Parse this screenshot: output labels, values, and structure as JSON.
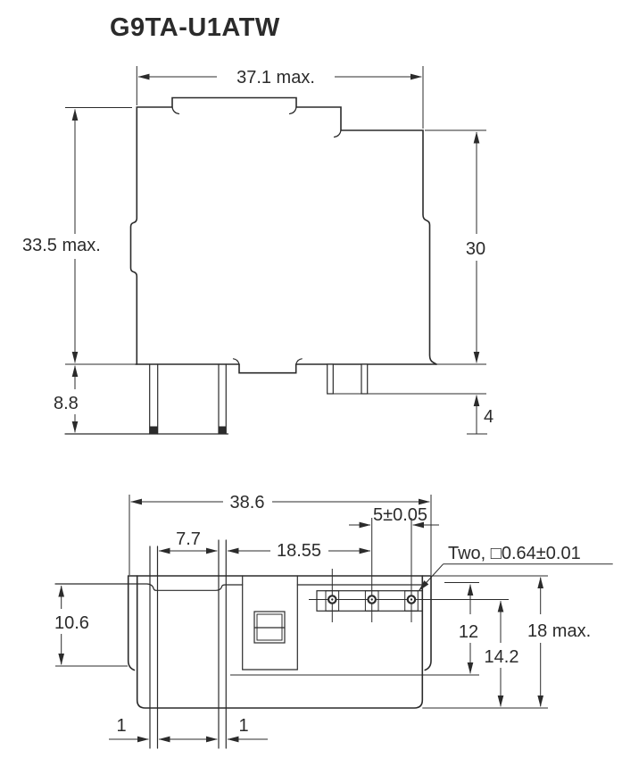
{
  "title": "G9TA-U1ATW",
  "colors": {
    "line": "#2b2b2b",
    "bg": "#ffffff"
  },
  "side_view": {
    "name": "relay side elevation view",
    "dims": {
      "overall_width": "37.1 max.",
      "overall_height": "33.5 max.",
      "case_height": "30",
      "terminal_length": "8.8",
      "pin_length": "4"
    }
  },
  "bottom_view": {
    "name": "relay bottom view",
    "dims": {
      "overall_width": "38.6",
      "slot_spacing": "7.7",
      "terminal_offset": "18.55",
      "terminal_pitch": "5±0.05",
      "terminal_size_note": "Two, □0.64±0.01",
      "flange_depth": "10.6",
      "inner_depth": "12",
      "terminal_row_depth": "14.2",
      "overall_depth": "18 max.",
      "slot_width_left": "1",
      "slot_width_right": "1"
    }
  }
}
